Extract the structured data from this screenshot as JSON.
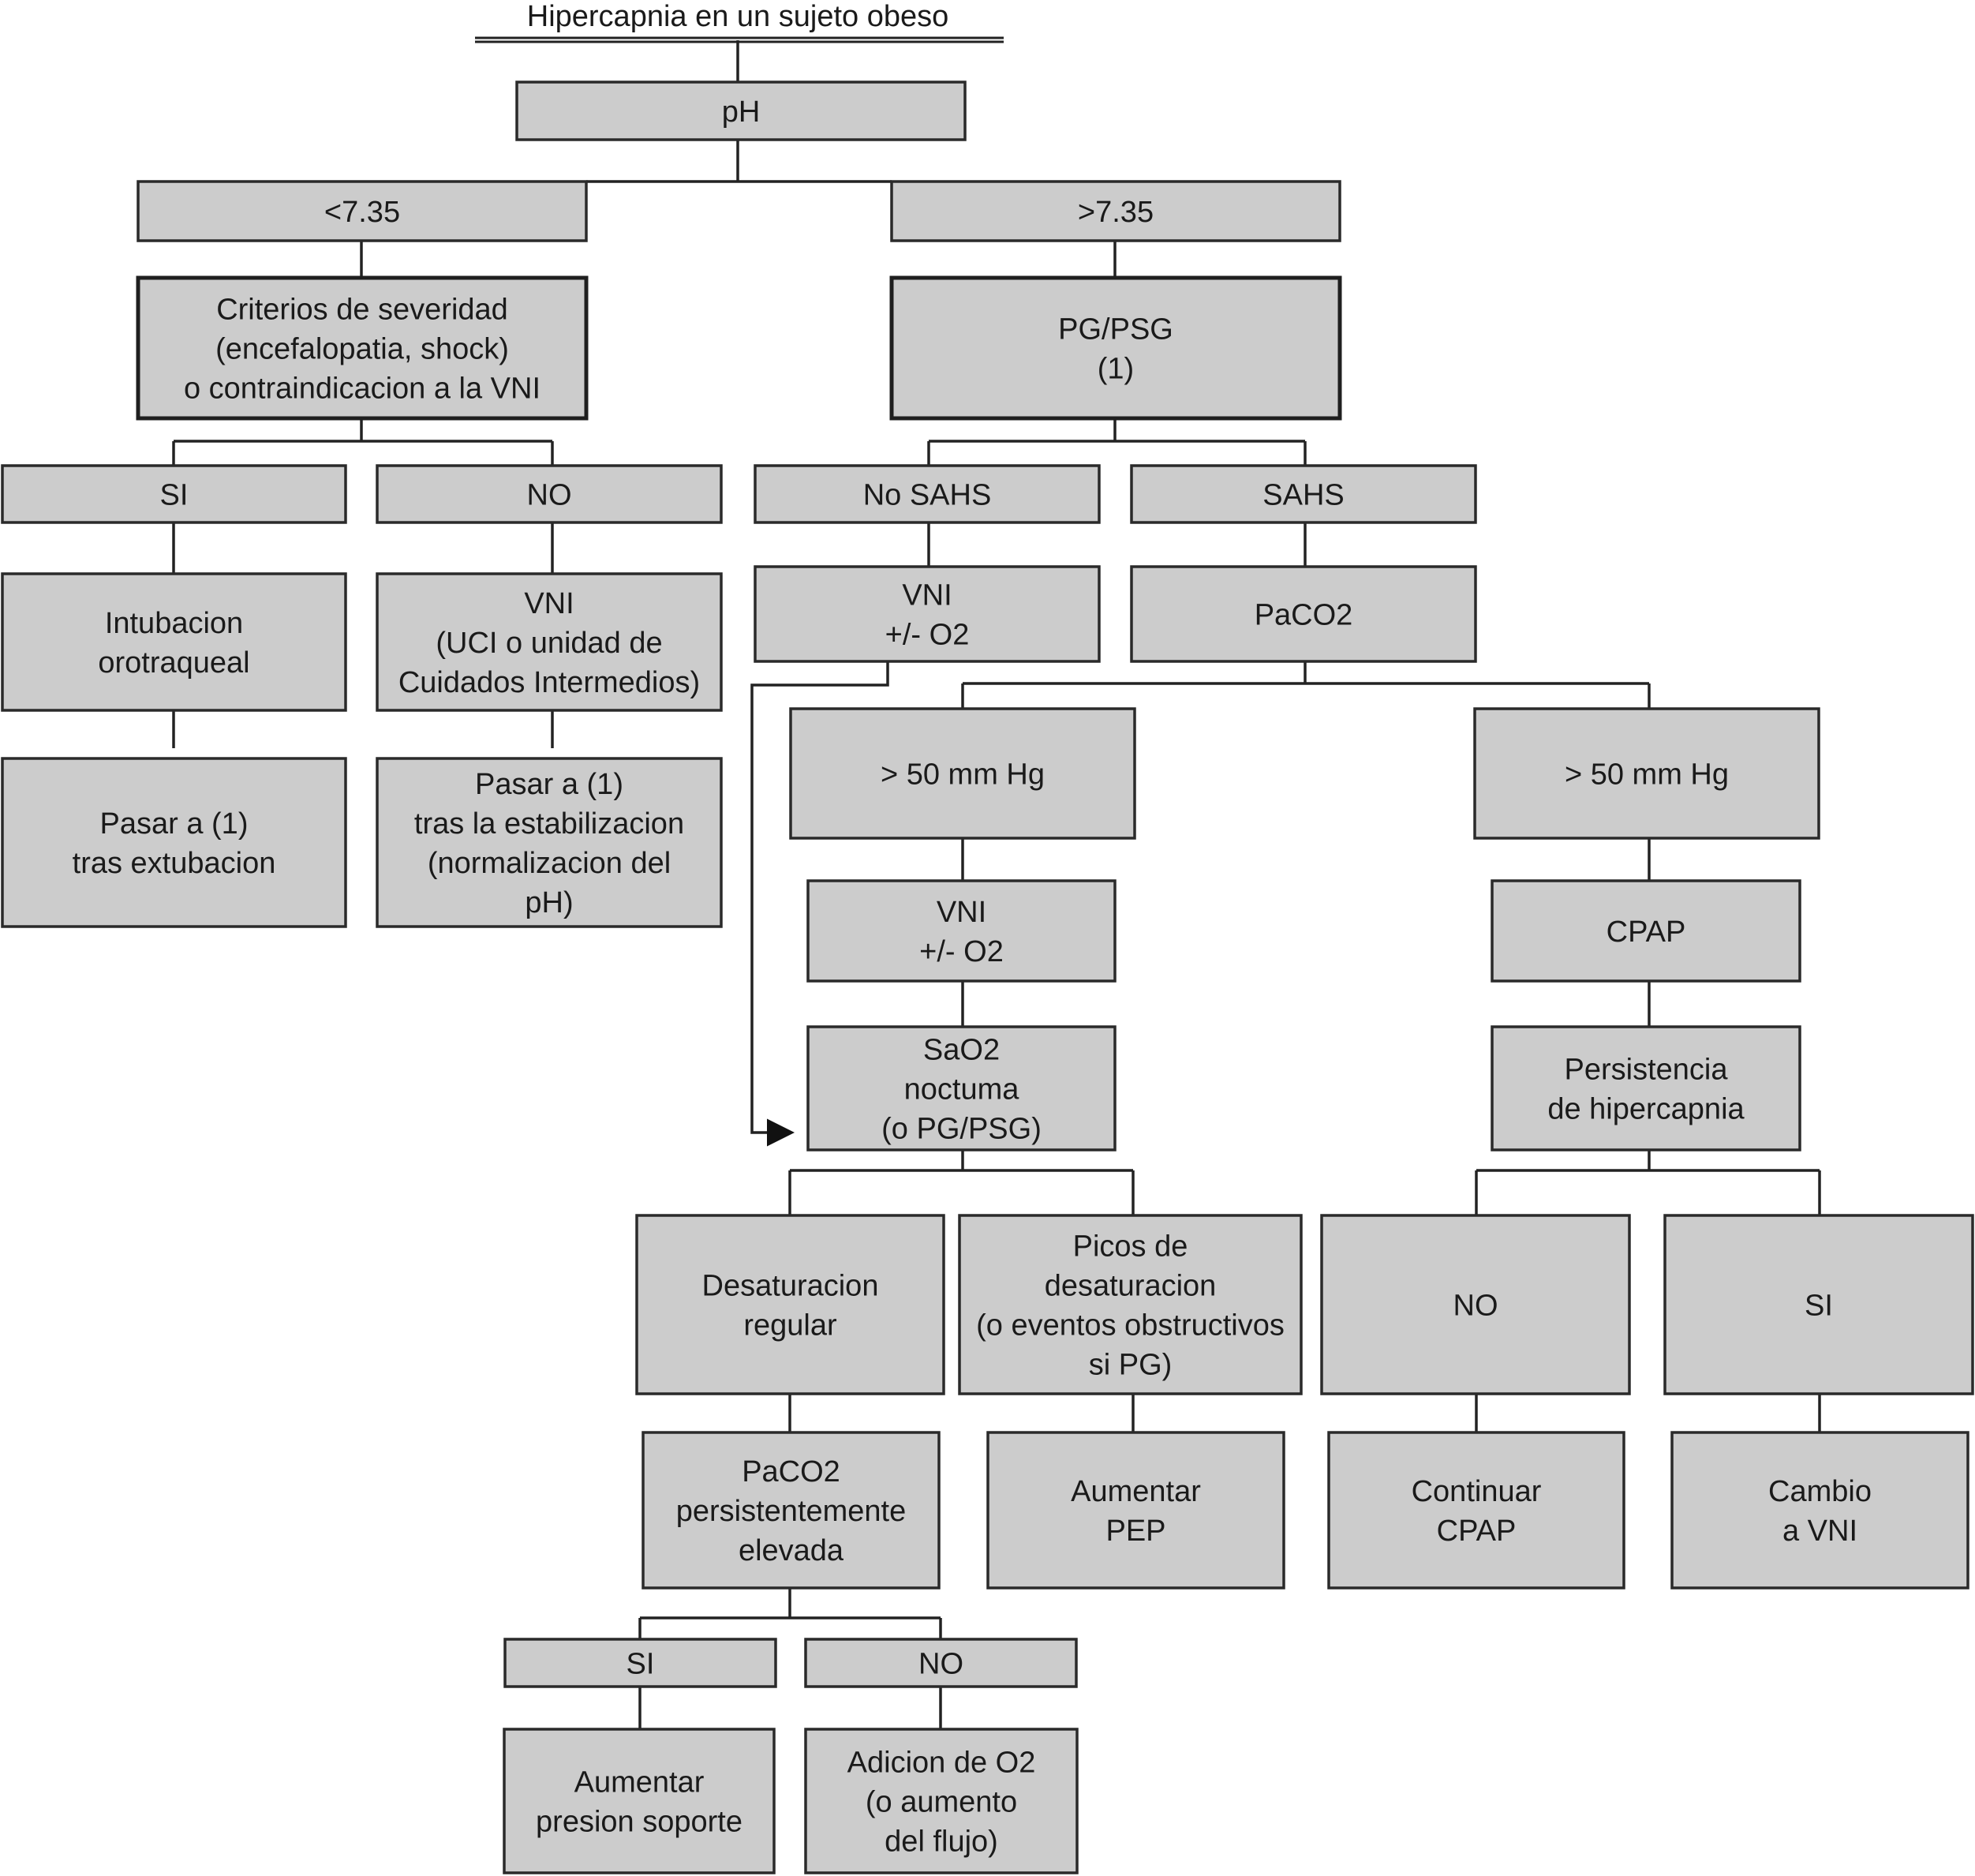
{
  "title": "Hipercapnia en un sujeto obeso",
  "nodes": {
    "ph": [
      "pH"
    ],
    "ph_low": [
      "<7.35"
    ],
    "ph_high": [
      ">7.35"
    ],
    "severity": [
      "Criterios de severidad",
      "(encefalopatia, shock)",
      "o contraindicacion a la VNI"
    ],
    "pg_psg": [
      "PG/PSG",
      "(1)"
    ],
    "si_left": [
      "SI"
    ],
    "no_left": [
      "NO"
    ],
    "no_sahs": [
      "No SAHS"
    ],
    "sahs": [
      "SAHS"
    ],
    "intubation": [
      "Intubacion",
      "orotraqueal"
    ],
    "vni_uci": [
      "VNI",
      "(UCI o unidad de",
      "Cuidados Intermedios)"
    ],
    "vni_o2_a": [
      "VNI",
      "+/- O2"
    ],
    "paco2": [
      "PaCO2"
    ],
    "pasar_extub": [
      "Pasar a (1)",
      "tras extubacion"
    ],
    "pasar_estab": [
      "Pasar a (1)",
      "tras la estabilizacion",
      "(normalizacion del",
      "pH)"
    ],
    "gt50_left": [
      "> 50 mm Hg"
    ],
    "gt50_right": [
      "> 50 mm Hg"
    ],
    "vni_o2_b": [
      "VNI",
      "+/- O2"
    ],
    "cpap": [
      "CPAP"
    ],
    "sao2": [
      "SaO2",
      "noctuma",
      "(o PG/PSG)"
    ],
    "persistencia": [
      "Persistencia",
      "de hipercapnia"
    ],
    "desat_regular": [
      "Desaturacion",
      "regular"
    ],
    "picos": [
      "Picos de",
      "desaturacion",
      "(o eventos obstructivos",
      "si PG)"
    ],
    "no_right": [
      "NO"
    ],
    "si_right": [
      "SI"
    ],
    "paco2_persist": [
      "PaCO2",
      "persistentemente",
      "elevada"
    ],
    "aumentar_pep": [
      "Aumentar",
      "PEP"
    ],
    "continuar_cpap": [
      "Continuar",
      "CPAP"
    ],
    "cambio_vni": [
      "Cambio",
      "a VNI"
    ],
    "si_bottom": [
      "SI"
    ],
    "no_bottom": [
      "NO"
    ],
    "aumentar_presion": [
      "Aumentar",
      "presion soporte"
    ],
    "adicion_o2": [
      "Adicion de O2",
      "(o aumento",
      "del flujo)"
    ]
  }
}
